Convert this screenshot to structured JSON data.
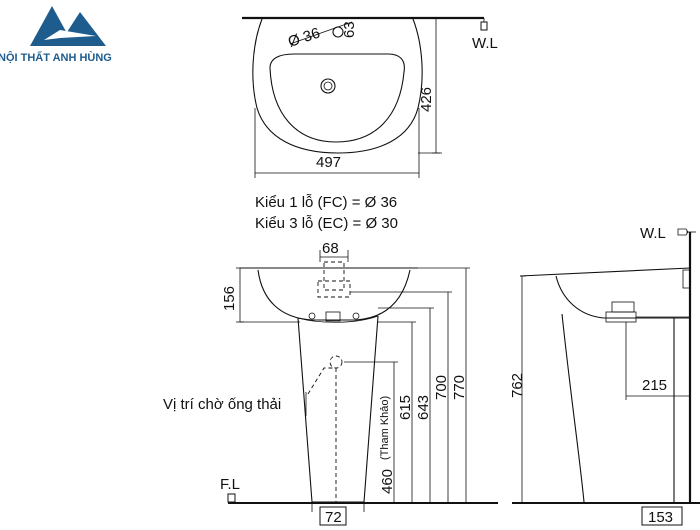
{
  "logo": {
    "brand_text": "NỘI THẤT ANH HÙNG",
    "color": "#1f5c8e"
  },
  "top_view": {
    "hole_label": "Ø 36",
    "offset_label": "63",
    "depth_label": "426",
    "width_label": "497",
    "wall_label": "W.L"
  },
  "notes": {
    "line1": "Kiểu 1 lỗ (FC) = Ø 36",
    "line2": "Kiểu 3 lỗ (EC) = Ø 30"
  },
  "front_view": {
    "tap_width_label": "68",
    "bowl_height_label": "156",
    "drain_label": "Vị trí chờ ống thải",
    "dim_460": "460",
    "reference_label": "(Tham Khảo)",
    "dim_615": "615",
    "dim_643": "643",
    "dim_700": "700",
    "dim_770": "770",
    "base_label": "72",
    "floor_label": "F.L"
  },
  "side_view": {
    "wall_label": "W.L",
    "height_label": "762",
    "dim_215": "215",
    "base_label": "153"
  }
}
